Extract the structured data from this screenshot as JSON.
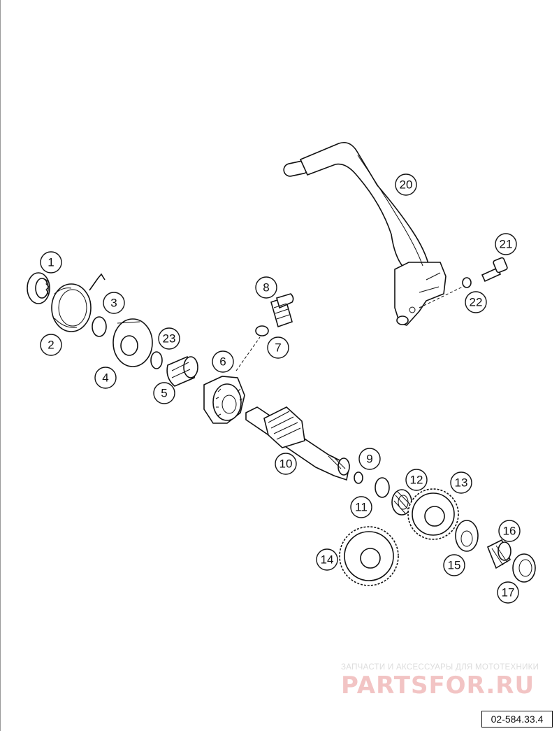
{
  "diagram": {
    "callouts": [
      "1",
      "2",
      "3",
      "4",
      "5",
      "6",
      "7",
      "8",
      "9",
      "10",
      "11",
      "12",
      "13",
      "14",
      "15",
      "16",
      "17",
      "20",
      "21",
      "22",
      "23"
    ]
  },
  "watermark": {
    "tagline": "ЗАПЧАСТИ И АКСЕССУАРЫ ДЛЯ МОТОТЕХНИКИ",
    "brand": "PARTSFOR.RU"
  },
  "figure_number": "02-584.33.4"
}
